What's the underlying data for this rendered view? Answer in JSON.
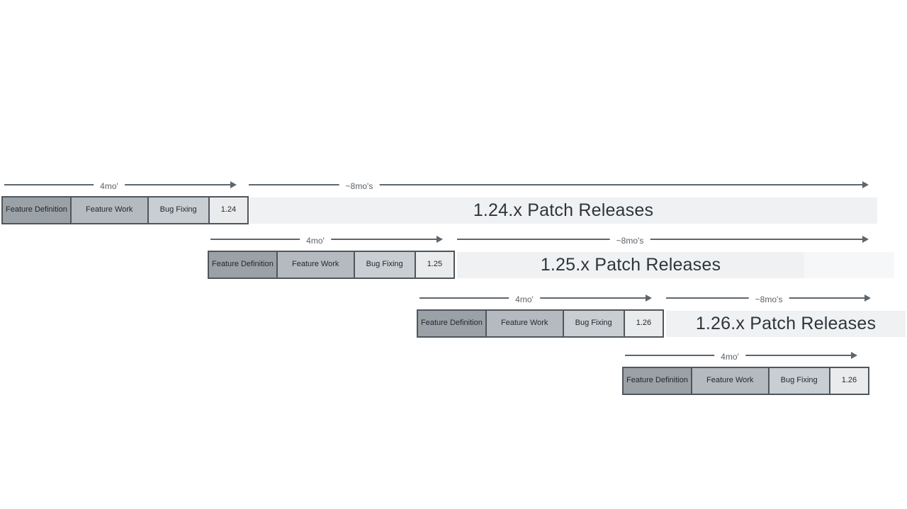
{
  "diagram": {
    "description": "Release cadence timeline",
    "background_color": "#ffffff",
    "phase_colors": {
      "feature_definition": "#9aa1a7",
      "feature_work": "#b4bac0",
      "bug_fixing": "#c9ced3",
      "version_box": "#e9ebec",
      "box_border": "#4f565c",
      "patch_bar": "#eff1f3",
      "arrow": "#5d666e"
    }
  },
  "rows": [
    {
      "four_mo_label": "4mo'",
      "eight_mo_label": "~8mo's",
      "phase_definition": "Feature Definition",
      "phase_work": "Feature Work",
      "phase_fixing": "Bug Fixing",
      "version": "1.24",
      "patch_label": "1.24.x Patch Releases"
    },
    {
      "four_mo_label": "4mo'",
      "eight_mo_label": "~8mo's",
      "phase_definition": "Feature Definition",
      "phase_work": "Feature Work",
      "phase_fixing": "Bug Fixing",
      "version": "1.25",
      "patch_label": "1.25.x Patch Releases"
    },
    {
      "four_mo_label": "4mo'",
      "eight_mo_label": "~8mo's",
      "phase_definition": "Feature Definition",
      "phase_work": "Feature Work",
      "phase_fixing": "Bug Fixing",
      "version": "1.26",
      "patch_label": "1.26.x Patch Releases"
    },
    {
      "four_mo_label": "4mo'",
      "phase_definition": "Feature Definition",
      "phase_work": "Feature Work",
      "phase_fixing": "Bug Fixing",
      "version": "1.26"
    }
  ]
}
